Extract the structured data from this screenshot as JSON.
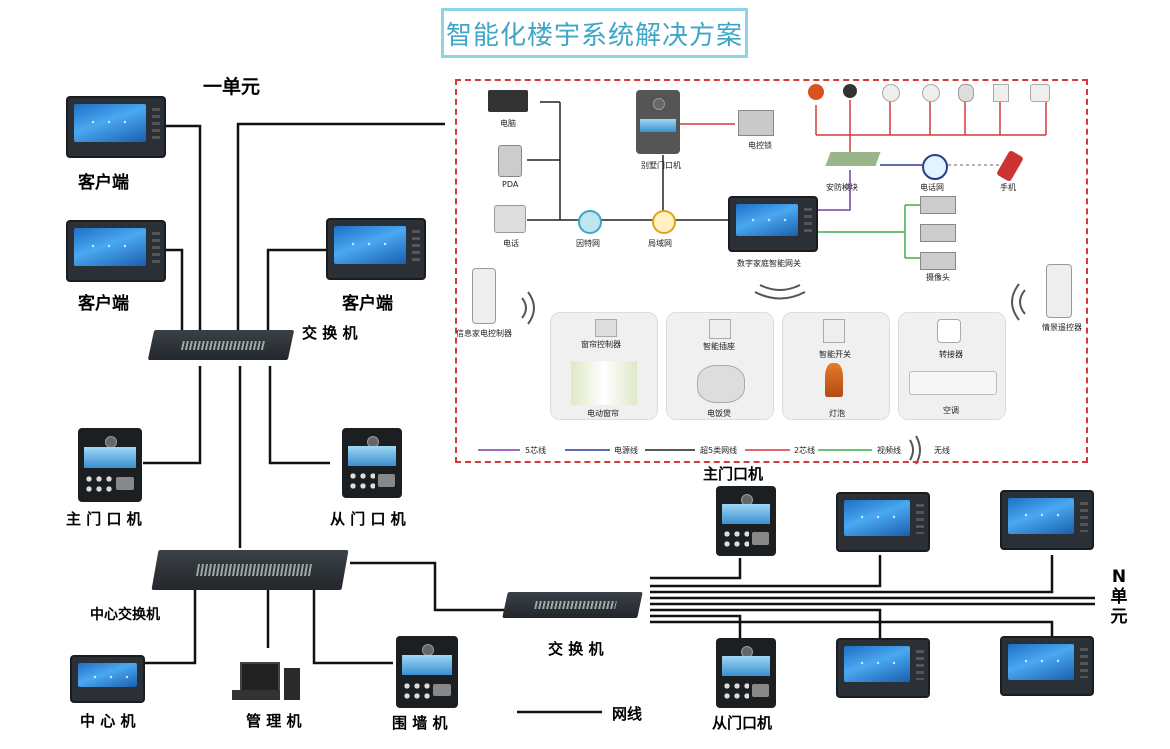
{
  "title": "智能化楼宇系统解决方案",
  "unit_one": "一单元",
  "unit_n": [
    "N",
    "单",
    "元"
  ],
  "left": {
    "client1": "客户端",
    "client2": "客户端",
    "client3": "客户端",
    "switch": "交 换 机",
    "main_door": "主 门 口 机",
    "sub_door": "从 门 口 机",
    "center_switch": "中心交换机",
    "center_machine": "中 心 机",
    "mgmt_machine": "管 理 机",
    "wall_machine": "围 墙 机"
  },
  "right": {
    "main_door": "主门口机",
    "switch": "交 换 机",
    "sub_door": "从门口机"
  },
  "legend_line": "网线",
  "smart_home": {
    "computer": "电脑",
    "pda": "PDA",
    "phone": "电话",
    "internet": "因特网",
    "lan": "局域网",
    "villa_door": "别墅门口机",
    "elec_lock": "电控锁",
    "security_module": "安防模块",
    "phone_net": "电话网",
    "mobile": "手机",
    "gateway": "数字家庭智能网关",
    "camera": "摄像头",
    "remote1": "信息家电控制器",
    "remote2": "情景遥控器",
    "curtain_ctrl": "窗帘控制器",
    "curtain": "电动窗帘",
    "smart_socket": "智能插座",
    "rice_cooker": "电饭煲",
    "smart_switch": "智能开关",
    "lamp": "灯泡",
    "thermostat": "转接器",
    "aircon": "空调",
    "legend": [
      {
        "label": "5芯线",
        "color": "#7a3fa0"
      },
      {
        "label": "电源线",
        "color": "#2b3a8f"
      },
      {
        "label": "超5类网线",
        "color": "#222222"
      },
      {
        "label": "2芯线",
        "color": "#d43a3a"
      },
      {
        "label": "视频线",
        "color": "#3fae49"
      },
      {
        "label": "无线",
        "color": "#555555"
      }
    ]
  }
}
